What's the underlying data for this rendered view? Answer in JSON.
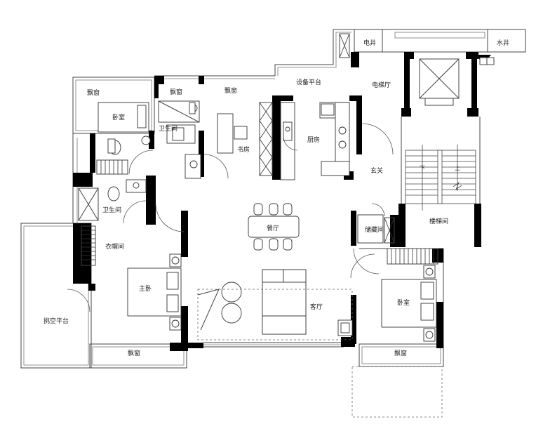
{
  "plan": {
    "rooms": {
      "bay_window_nw": "飘窗",
      "bedroom_nw": "卧室",
      "bay_window_bath": "飘窗",
      "bathroom_north": "卫生间",
      "bay_window_study": "飘窗",
      "study": "书房",
      "equipment_platform": "设备平台",
      "kitchen": "厨房",
      "elevator_hall": "电梯厅",
      "electric_shaft": "电井",
      "water_shaft": "水井",
      "entrance": "玄关",
      "bathroom_west": "卫生间",
      "cloakroom": "衣帽间",
      "dining_room": "餐厅",
      "storage_room": "储藏间",
      "stairwell": "楼梯间",
      "master_bedroom": "主卧",
      "living_room": "客厅",
      "bedroom_se": "卧室",
      "cantilever_platform": "挑空平台",
      "bay_window_master": "飘窗",
      "bay_window_se": "飘窗"
    },
    "stair_marks": {
      "down": "下",
      "up": "上"
    }
  }
}
